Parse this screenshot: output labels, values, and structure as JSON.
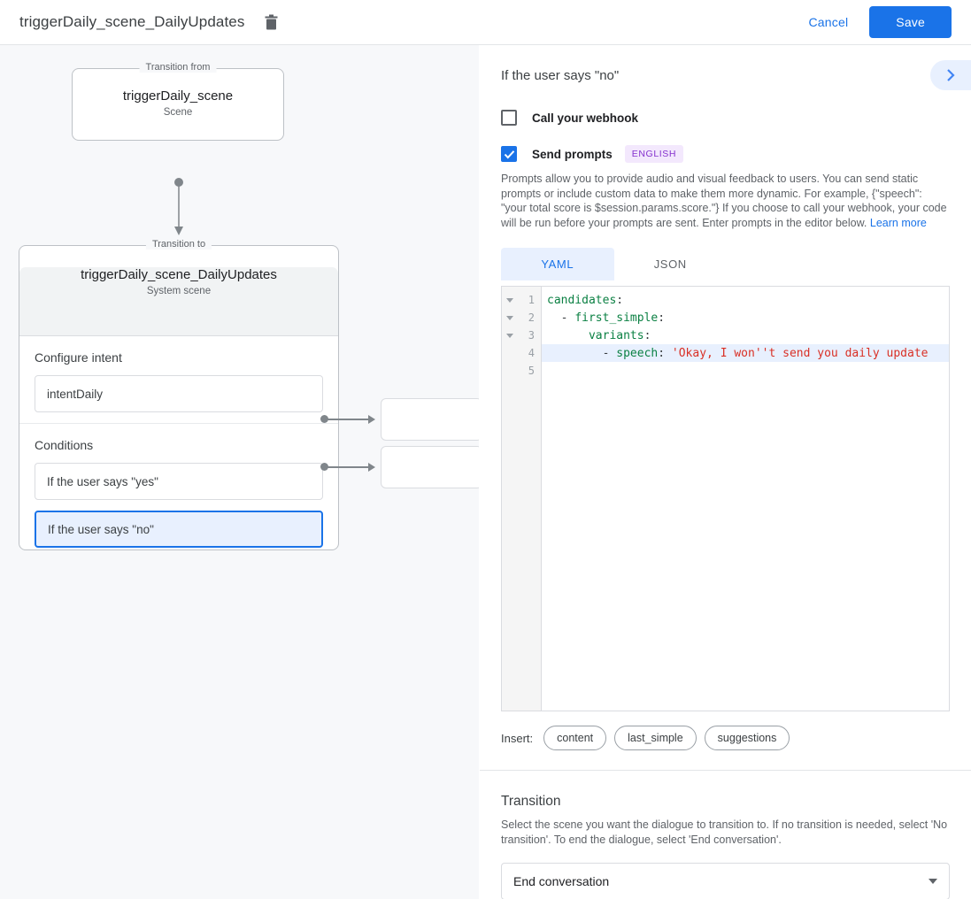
{
  "header": {
    "title": "triggerDaily_scene_DailyUpdates",
    "delete_icon": "trash-icon",
    "cancel_label": "Cancel",
    "save_label": "Save"
  },
  "graph": {
    "from_legend": "Transition from",
    "from_name": "triggerDaily_scene",
    "from_type": "Scene",
    "to_legend": "Transition to",
    "to_name": "triggerDaily_scene_DailyUpdates",
    "to_type": "System scene",
    "intent_section_label": "Configure intent",
    "intent_value": "intentDaily",
    "conditions_section_label": "Conditions",
    "conditions": [
      {
        "label": "If the user says \"yes\"",
        "selected": false
      },
      {
        "label": "If the user says \"no\"",
        "selected": true
      }
    ]
  },
  "panel": {
    "title": "If the user says \"no\"",
    "expand_icon": "chevron-right-icon",
    "webhook": {
      "label": "Call your webhook",
      "checked": false
    },
    "prompts": {
      "label": "Send prompts",
      "checked": true,
      "badge": "ENGLISH",
      "description": "Prompts allow you to provide audio and visual feedback to users. You can send static prompts or include custom data to make them more dynamic. For example, {\"speech\": \"your total score is $session.params.score.\"} If you choose to call your webhook, your code will be run before your prompts are sent. Enter prompts in the editor below. ",
      "link_label": "Learn more"
    },
    "tabs": [
      {
        "label": "YAML",
        "active": true
      },
      {
        "label": "JSON",
        "active": false
      }
    ],
    "editor": {
      "lines": [
        {
          "num": "1",
          "fold": true,
          "highlight": false,
          "text": "candidates:"
        },
        {
          "num": "2",
          "fold": true,
          "highlight": false,
          "text": "  - first_simple:"
        },
        {
          "num": "3",
          "fold": true,
          "highlight": false,
          "text": "      variants:"
        },
        {
          "num": "4",
          "fold": false,
          "highlight": true,
          "text": "        - speech: 'Okay, I won''t send you daily update"
        },
        {
          "num": "5",
          "fold": false,
          "highlight": false,
          "text": ""
        }
      ]
    },
    "insert": {
      "label": "Insert:",
      "chips": [
        "content",
        "last_simple",
        "suggestions"
      ]
    },
    "transition": {
      "title": "Transition",
      "description": "Select the scene you want the dialogue to transition to. If no transition is needed, select 'No transition'. To end the dialogue, select 'End conversation'.",
      "selected": "End conversation"
    }
  },
  "colors": {
    "accent": "#1a73e8",
    "accent_light": "#e8f0fe",
    "badge_bg": "#f3e8fd",
    "badge_fg": "#8430ce",
    "canvas_bg": "#f7f8fa",
    "code_key": "#0b8043",
    "code_string": "#d93025"
  }
}
